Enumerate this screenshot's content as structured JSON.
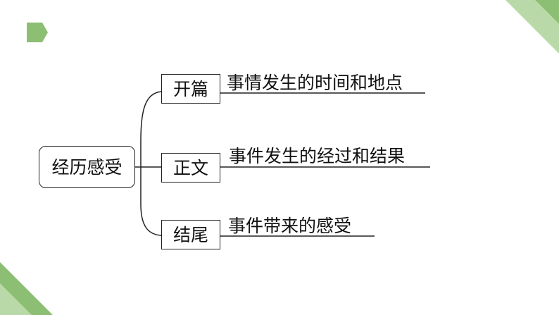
{
  "mindmap": {
    "root": "经历感受",
    "branches": [
      {
        "label": "开篇",
        "description": "事情发生的时间和地点"
      },
      {
        "label": "正文",
        "description": "事件发生的经过和结果"
      },
      {
        "label": "结尾",
        "description": "事件带来的感受"
      }
    ]
  },
  "colors": {
    "accent_green": "#8cbf73",
    "accent_green_dark": "#6fa85a",
    "accent_green_light": "#b9d9a8",
    "line": "#222222"
  }
}
